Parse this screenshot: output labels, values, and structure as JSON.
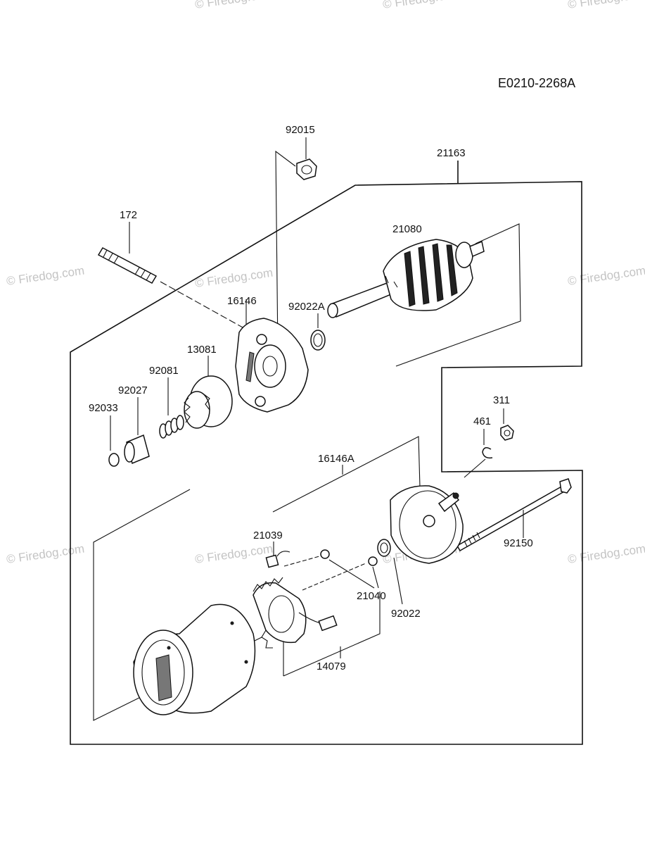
{
  "diagram": {
    "reference_code": "E0210-2268A",
    "watermark": "© Firedog.com",
    "parts": [
      {
        "id": "92015",
        "label": "92015"
      },
      {
        "id": "21163",
        "label": "21163"
      },
      {
        "id": "172",
        "label": "172"
      },
      {
        "id": "21080",
        "label": "21080"
      },
      {
        "id": "16146",
        "label": "16146"
      },
      {
        "id": "92022A",
        "label": "92022A"
      },
      {
        "id": "13081",
        "label": "13081"
      },
      {
        "id": "92081",
        "label": "92081"
      },
      {
        "id": "92027",
        "label": "92027"
      },
      {
        "id": "92033",
        "label": "92033"
      },
      {
        "id": "311",
        "label": "311"
      },
      {
        "id": "461",
        "label": "461"
      },
      {
        "id": "16146A",
        "label": "16146A"
      },
      {
        "id": "21039",
        "label": "21039"
      },
      {
        "id": "92150",
        "label": "92150"
      },
      {
        "id": "21040",
        "label": "21040"
      },
      {
        "id": "92022",
        "label": "92022"
      },
      {
        "id": "14079",
        "label": "14079"
      }
    ]
  }
}
